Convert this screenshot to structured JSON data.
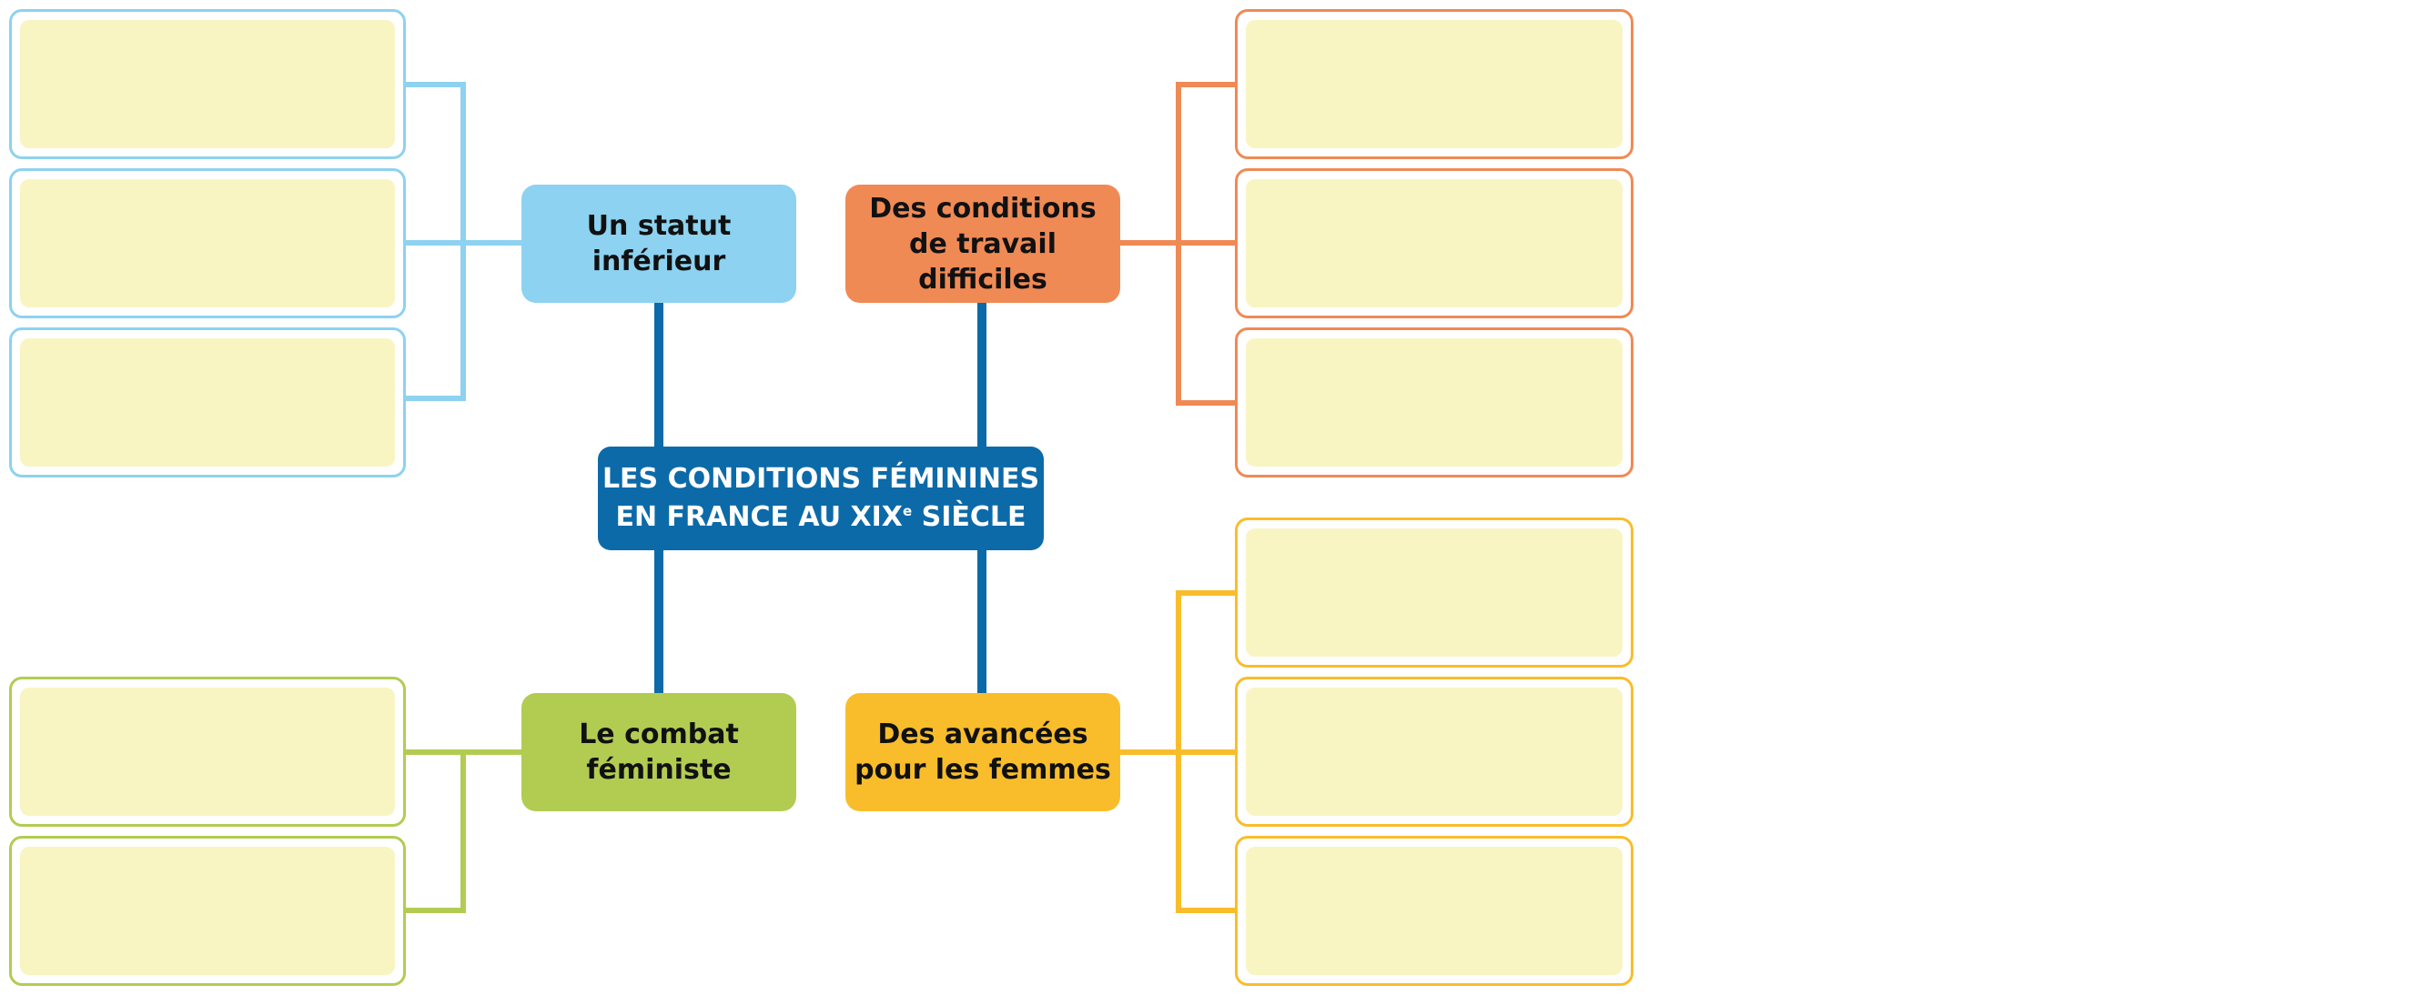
{
  "colors": {
    "center": "#0c6aa8",
    "statut": "#8dd2f0",
    "travail": "#f08a55",
    "combat": "#b2cc52",
    "avancees": "#f9bd2c",
    "box_fill": "#f8f5c3"
  },
  "center": {
    "line1": "LES CONDITIONS FÉMININES",
    "line2_prefix": "EN FRANCE AU XIX",
    "line2_sup": "e",
    "line2_suffix": " SIÈCLE"
  },
  "nodes": {
    "statut": "Un statut inférieur",
    "travail": "Des conditions de travail difficiles",
    "combat": "Le combat féministe",
    "avancees": "Des avancées pour les femmes"
  }
}
